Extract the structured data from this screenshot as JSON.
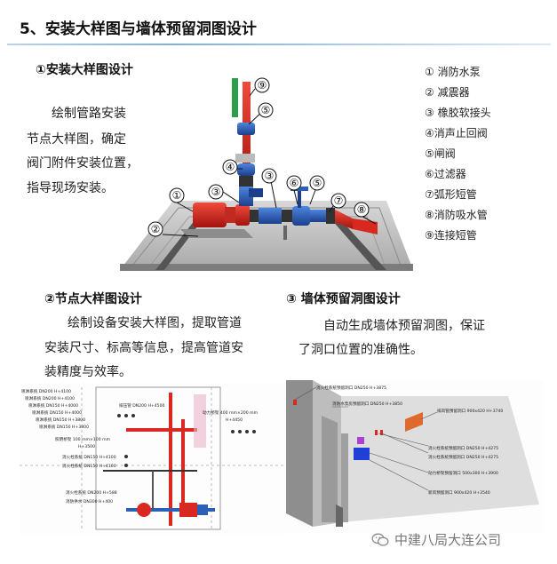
{
  "header": {
    "title": "5、安装大样图与墙体预留洞图设计"
  },
  "section1": {
    "heading": "①安装大样图设计",
    "body_lines": [
      "绘制管路安装",
      "节点大样图，确定",
      "阀门附件安装位置，",
      "指导现场安装。"
    ],
    "callouts": [
      "①",
      "②",
      "③",
      "③",
      "④",
      "⑤",
      "⑤",
      "⑥",
      "⑦",
      "⑧",
      "⑨"
    ]
  },
  "legend": {
    "items": [
      "① 消防水泵",
      "② 减震器",
      "③ 橡胶软接头",
      "④消声止回阀",
      "⑤闸阀",
      "⑥过滤器",
      "⑦弧形短管",
      "⑧消防吸水管",
      "⑨连接短管"
    ]
  },
  "section2": {
    "heading": "②节点大样图设计",
    "body_lines": [
      "绘制设备安装大样图，提取管道",
      "安装尺寸、标高等信息，提高管道安",
      "装精度与效率。"
    ],
    "drawing_labels": [
      "喷淋系统 DN200 H+4100",
      "喷淋系统 DN200 H+4100",
      "喷淋系统 DN150 H+4000",
      "喷淋系统 DN150 H+4000",
      "喷淋系统 DN150 H+3800",
      "喷淋系统 DN150 H+3800",
      "排压管 DN200 H+4500",
      "动力桥架 400 mm×200 mm",
      "H+4450",
      "照明桥架 100 mm×100 mm",
      "H+3500",
      "消火栓系统 DN150 H+4100",
      "消火栓系统 DN150 H+4100",
      "消火栓系统 DN200 H+588",
      "消防供水 DN300 H+400"
    ]
  },
  "section3": {
    "heading": "③ 墙体预留洞图设计",
    "body_lines": [
      "自动生成墙体预留洞图，保证",
      "了洞口位置的准确性。"
    ],
    "drawing_labels": [
      "消火栓系统预留洞口 DN250 H+3875",
      "消防水泵房预留洞口 DN250 H+3850",
      "排风管预留洞口 900x420 H+3740",
      "消火栓系统预留洞口 DN250 H+4275",
      "消火栓系统预留洞口 DN250 H+4275",
      "动力桥架预留洞口 500x300 H+3900",
      "新风预留洞口 900x420 H+3540"
    ]
  },
  "footer": {
    "brand": "中建八局大连公司"
  },
  "colors": {
    "pipe_red": "#d9281f",
    "pipe_blue": "#2b5fb8",
    "pump_red": "#d42a22",
    "wall_gray": "#c7c7c7"
  }
}
